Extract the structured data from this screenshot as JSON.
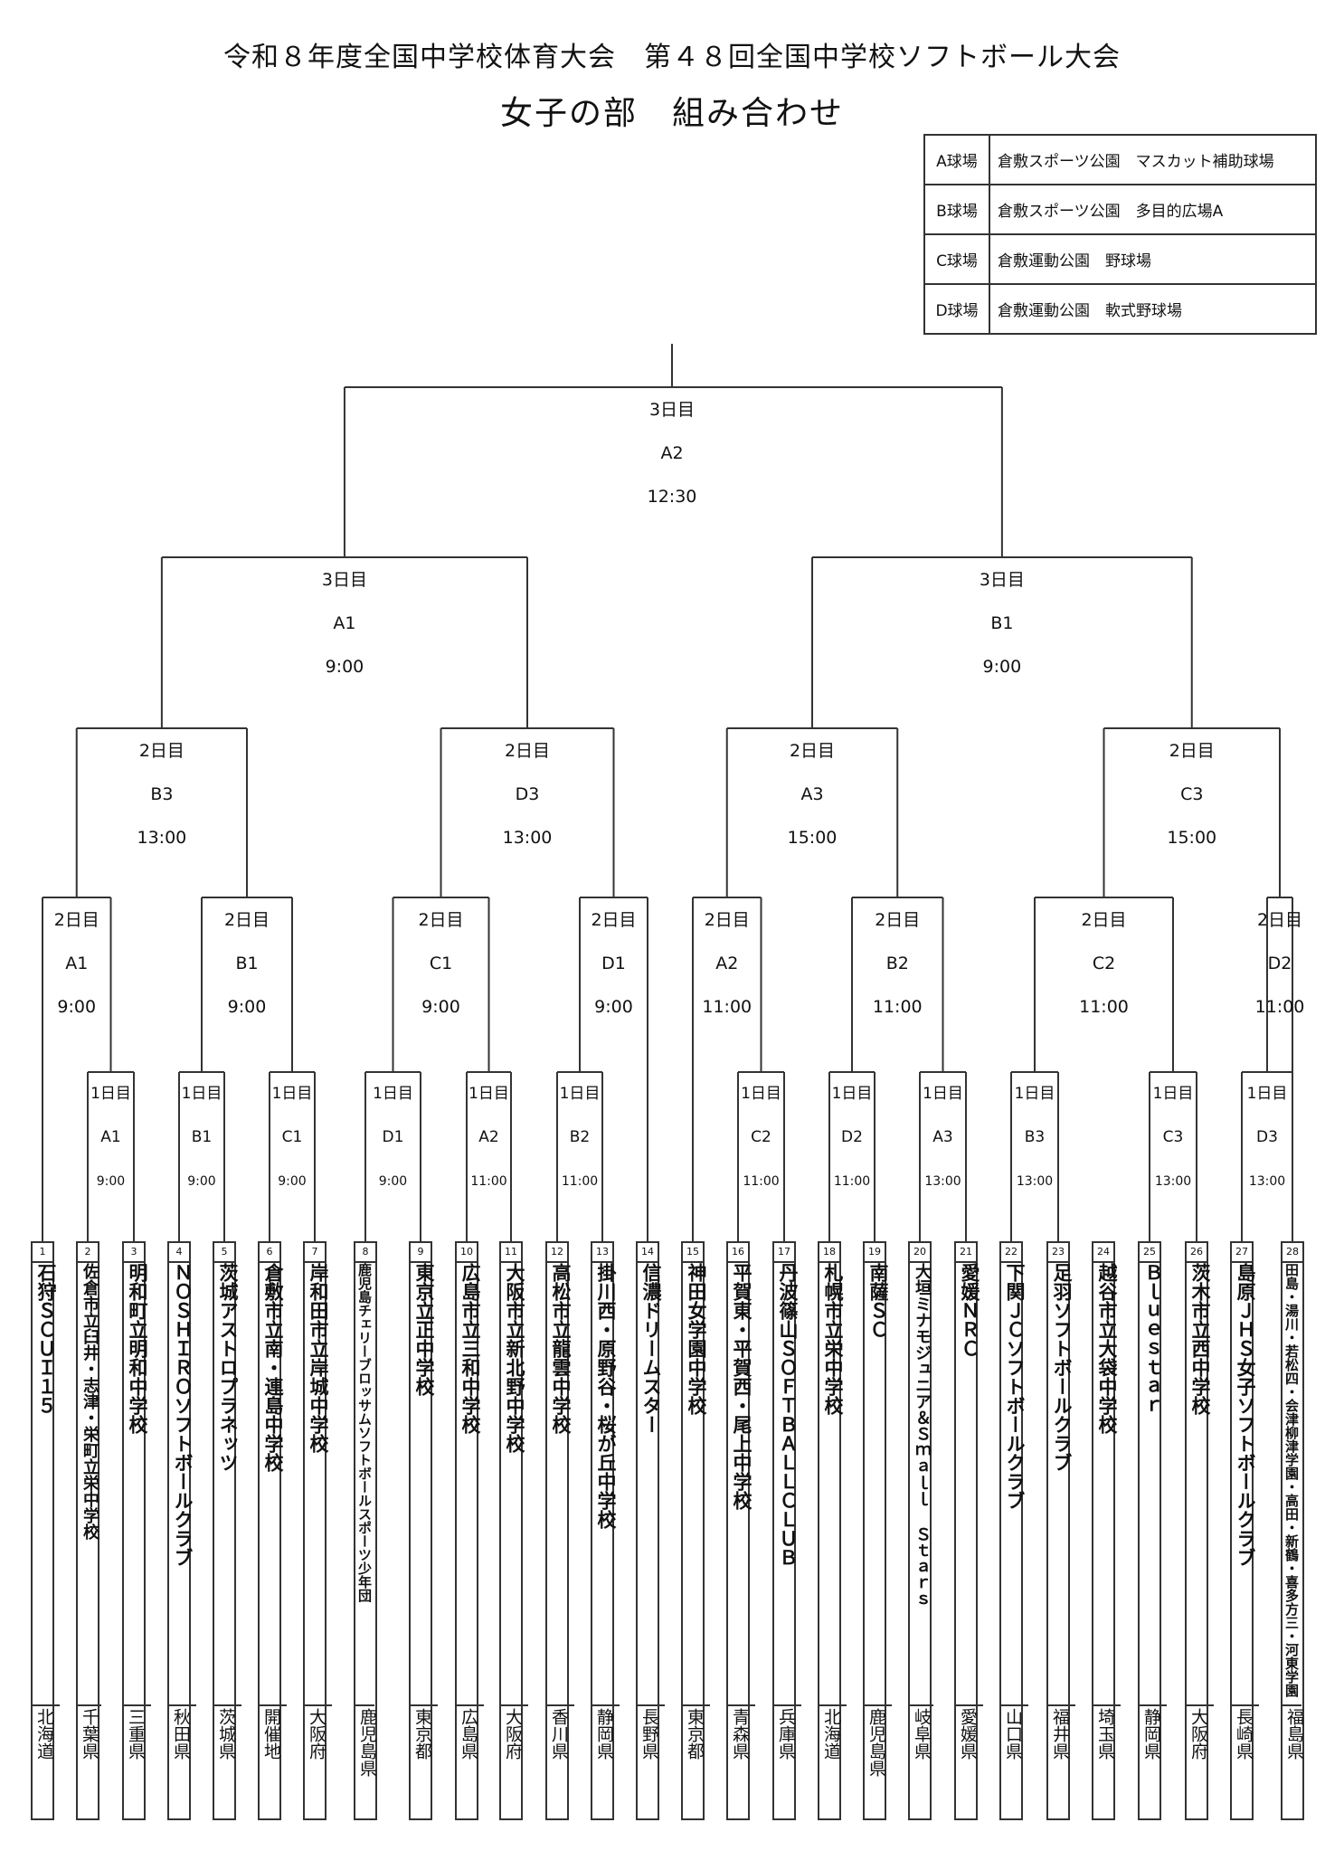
{
  "title": "令和８年度全国中学校体育大会　第４８回全国中学校ソフトボール大会",
  "subtitle": "女子の部　組み合わせ",
  "venues": [
    {
      "id": "A球場",
      "name": "倉敷スポーツ公園　マスカット補助球場"
    },
    {
      "id": "B球場",
      "name": "倉敷スポーツ公園　多目的広場A"
    },
    {
      "id": "C球場",
      "name": "倉敷運動公園　野球場"
    },
    {
      "id": "D球場",
      "name": "倉敷運動公園　軟式野球場"
    }
  ],
  "matches": {
    "final": {
      "day": "3日目",
      "court": "A2",
      "time": "12:30"
    },
    "semi_l": {
      "day": "3日目",
      "court": "A1",
      "time": "9:00"
    },
    "semi_r": {
      "day": "3日目",
      "court": "B1",
      "time": "9:00"
    },
    "qf1": {
      "day": "2日目",
      "court": "B3",
      "time": "13:00"
    },
    "qf2": {
      "day": "2日目",
      "court": "D3",
      "time": "13:00"
    },
    "qf3": {
      "day": "2日目",
      "court": "A3",
      "time": "15:00"
    },
    "qf4": {
      "day": "2日目",
      "court": "C3",
      "time": "15:00"
    },
    "r2_1": {
      "day": "2日目",
      "court": "A1",
      "time": "9:00"
    },
    "r2_2": {
      "day": "2日目",
      "court": "B1",
      "time": "9:00"
    },
    "r2_3": {
      "day": "2日目",
      "court": "C1",
      "time": "9:00"
    },
    "r2_4": {
      "day": "2日目",
      "court": "D1",
      "time": "9:00"
    },
    "r2_5": {
      "day": "2日目",
      "court": "A2",
      "time": "11:00"
    },
    "r2_6": {
      "day": "2日目",
      "court": "B2",
      "time": "11:00"
    },
    "r2_7": {
      "day": "2日目",
      "court": "C2",
      "time": "11:00"
    },
    "r2_8": {
      "day": "2日目",
      "court": "D2",
      "time": "11:00"
    },
    "r1_1": {
      "day": "1日目",
      "court": "A1",
      "time": "9:00"
    },
    "r1_2": {
      "day": "1日目",
      "court": "B1",
      "time": "9:00"
    },
    "r1_3": {
      "day": "1日目",
      "court": "C1",
      "time": "9:00"
    },
    "r1_4": {
      "day": "1日目",
      "court": "D1",
      "time": "9:00"
    },
    "r1_5": {
      "day": "1日目",
      "court": "A2",
      "time": "11:00"
    },
    "r1_6": {
      "day": "1日目",
      "court": "B2",
      "time": "11:00"
    },
    "r1_7": {
      "day": "1日目",
      "court": "C2",
      "time": "11:00"
    },
    "r1_8": {
      "day": "1日目",
      "court": "D2",
      "time": "11:00"
    },
    "r1_9": {
      "day": "1日目",
      "court": "A3",
      "time": "13:00"
    },
    "r1_10": {
      "day": "1日目",
      "court": "B3",
      "time": "13:00"
    },
    "r1_11": {
      "day": "1日目",
      "court": "C3",
      "time": "13:00"
    },
    "r1_12": {
      "day": "1日目",
      "court": "D3",
      "time": "13:00"
    }
  },
  "teams": [
    {
      "seed": "1",
      "name": "石狩ＳＣＵＩ１５",
      "pref": "北海道"
    },
    {
      "seed": "2",
      "name": "佐倉市立臼井・志津・栄町立栄中学校",
      "pref": "千葉県"
    },
    {
      "seed": "3",
      "name": "明和町立明和中学校",
      "pref": "三重県"
    },
    {
      "seed": "4",
      "name": "ＮＯＳＨＩＲＯソフトボールクラブ",
      "pref": "秋田県"
    },
    {
      "seed": "5",
      "name": "茨城アストロプラネッツ",
      "pref": "茨城県"
    },
    {
      "seed": "6",
      "name": "倉敷市立南・連島中学校",
      "pref": "開催地"
    },
    {
      "seed": "7",
      "name": "岸和田市立岸城中学校",
      "pref": "大阪府"
    },
    {
      "seed": "8",
      "name": "鹿児島チェリーブロッサムソフトボールスポーツ少年団",
      "pref": "鹿児島県"
    },
    {
      "seed": "9",
      "name": "東京立正中学校",
      "pref": "東京都"
    },
    {
      "seed": "10",
      "name": "広島市立三和中学校",
      "pref": "広島県"
    },
    {
      "seed": "11",
      "name": "大阪市立新北野中学校",
      "pref": "大阪府"
    },
    {
      "seed": "12",
      "name": "高松市立龍雲中学校",
      "pref": "香川県"
    },
    {
      "seed": "13",
      "name": "掛川西・原野谷・桜が丘中学校",
      "pref": "静岡県"
    },
    {
      "seed": "14",
      "name": "信濃ドリームスター",
      "pref": "長野県"
    },
    {
      "seed": "15",
      "name": "神田女学園中学校",
      "pref": "東京都"
    },
    {
      "seed": "16",
      "name": "平賀東・平賀西・尾上中学校",
      "pref": "青森県"
    },
    {
      "seed": "17",
      "name": "丹波篠山ＳＯＦＴＢＡＬＬＣＬＵＢ",
      "pref": "兵庫県"
    },
    {
      "seed": "18",
      "name": "札幌市立栄中学校",
      "pref": "北海道"
    },
    {
      "seed": "19",
      "name": "南薩ＳＣ",
      "pref": "鹿児島県"
    },
    {
      "seed": "20",
      "name": "大垣ミナモジュニア＆Ｓｍａｌｌ Ｓｔａｒｓ",
      "pref": "岐阜県"
    },
    {
      "seed": "21",
      "name": "愛媛ＮＲＣ",
      "pref": "愛媛県"
    },
    {
      "seed": "22",
      "name": "下関ＪＣソフトボールクラブ",
      "pref": "山口県"
    },
    {
      "seed": "23",
      "name": "足羽ソフトボールクラブ",
      "pref": "福井県"
    },
    {
      "seed": "24",
      "name": "越谷市立大袋中学校",
      "pref": "埼玉県"
    },
    {
      "seed": "25",
      "name": "Ｂｌｕｅｓｔａｒ",
      "pref": "静岡県"
    },
    {
      "seed": "26",
      "name": "茨木市立西中学校",
      "pref": "大阪府"
    },
    {
      "seed": "27",
      "name": "島原ＪＨＳ女子ソフトボールクラブ",
      "pref": "長崎県"
    },
    {
      "seed": "28",
      "name": "田島・湯川・若松四・会津柳津学園・高田・新鶴・喜多方三・河東学園",
      "pref": "福島県"
    }
  ]
}
